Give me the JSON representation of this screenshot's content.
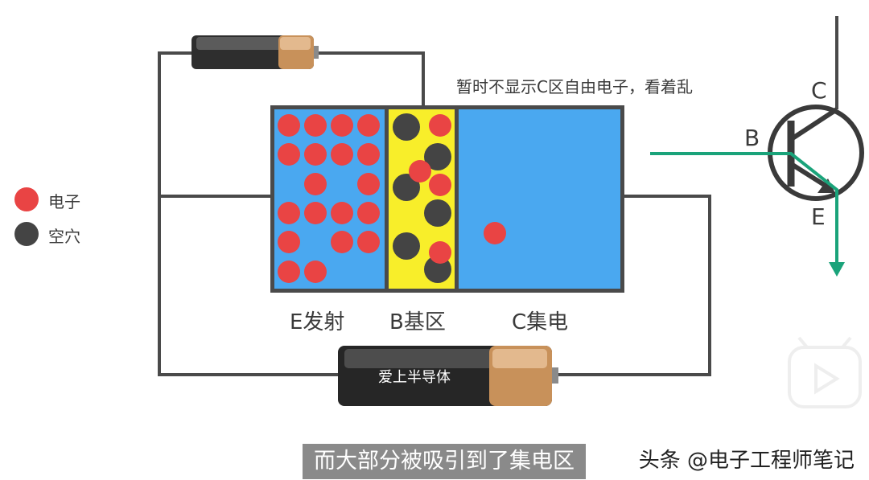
{
  "legend": {
    "electron": {
      "label": "电子",
      "color": "#e94444"
    },
    "hole": {
      "label": "空穴",
      "color": "#444444"
    }
  },
  "note": "暂时不显示C区自由电子，看着乱",
  "regions": {
    "emitter": "E发射",
    "base": "B基区",
    "collector": "C集电"
  },
  "battery_label": "爱上半导体",
  "symbol": {
    "collector": "C",
    "base": "B",
    "emitter": "E"
  },
  "subtitle": "而大部分被吸引到了集电区",
  "watermark": "头条 @电子工程师笔记",
  "colors": {
    "region_blue": "#4aa8f0",
    "base_yellow": "#f8ee2a",
    "wire": "#4a4a4a",
    "flow_green": "#1aa37a"
  }
}
